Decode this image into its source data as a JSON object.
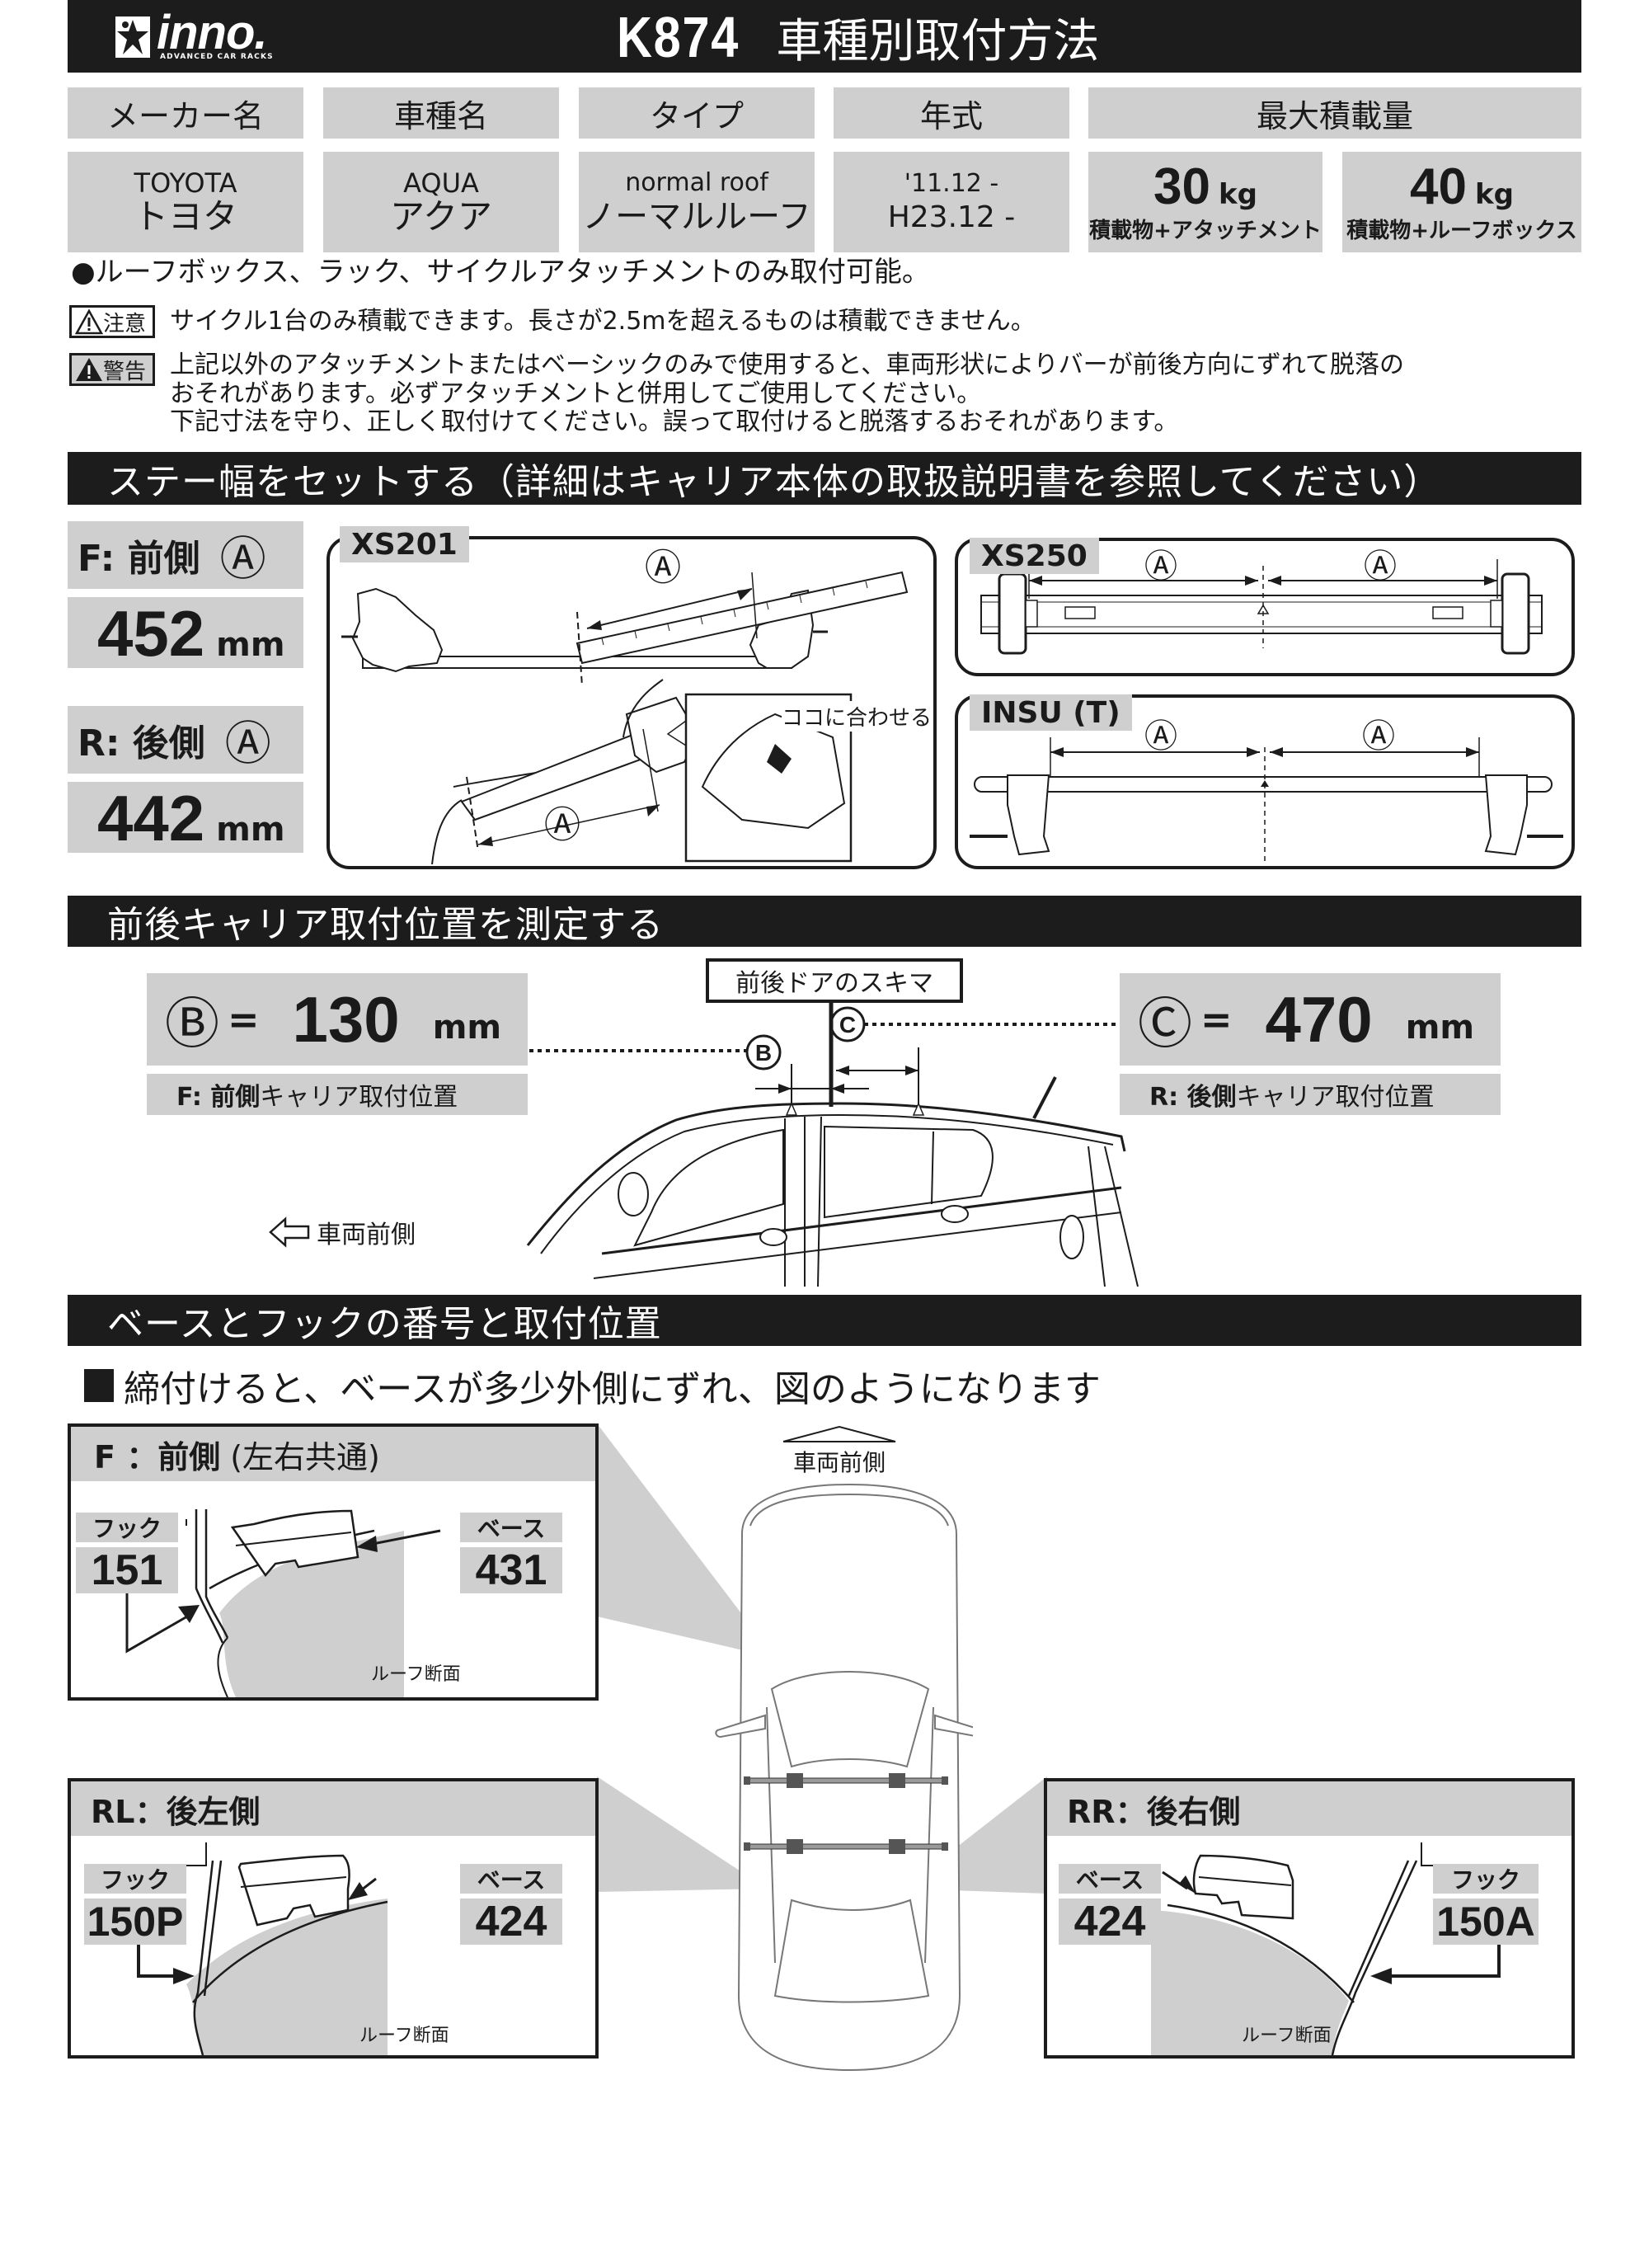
{
  "header": {
    "logo_text": "inno.",
    "logo_tagline": "ADVANCED CAR RACKS",
    "model_code": "K874",
    "title": "車種別取付方法"
  },
  "spec_table": {
    "headers": [
      "メーカー名",
      "車種名",
      "タイプ",
      "年式",
      "最大積載量"
    ],
    "maker": {
      "en": "TOYOTA",
      "jp": "トヨタ"
    },
    "car": {
      "en": "AQUA",
      "jp": "アクア"
    },
    "type": {
      "en": "normal roof",
      "jp": "ノーマルルーフ"
    },
    "year": {
      "line1": "'11.12 -",
      "line2": "H23.12 -"
    },
    "load_attachment": {
      "value": "30",
      "unit": "kg",
      "caption": "積載物+アタッチメント"
    },
    "load_roofbox": {
      "value": "40",
      "unit": "kg",
      "caption": "積載物+ルーフボックス"
    }
  },
  "notes": {
    "bullet": "●ルーフボックス、ラック、サイクルアタッチメントのみ取付可能。",
    "caution_label": "注意",
    "caution_text": "サイクル1台のみ積載できます。長さが2.5mを超えるものは積載できません。",
    "warning_label": "警告",
    "warning_lines": [
      "上記以外のアタッチメントまたはベーシックのみで使用すると、車両形状によりバーが前後方向にずれて脱落の",
      "おそれがあります。必ずアタッチメントと併用してご使用してください。",
      "下記寸法を守り、正しく取付けてください。誤って取付けると脱落するおそれがあります。"
    ]
  },
  "section1": {
    "title": "ステー幅をセットする（詳細はキャリア本体の取扱説明書を参照してください）",
    "front_label": "F: 前側",
    "front_symbol": "Ⓐ",
    "front_value": "452",
    "front_unit": "mm",
    "rear_label": "R: 後側",
    "rear_symbol": "Ⓐ",
    "rear_value": "442",
    "rear_unit": "mm",
    "panels": {
      "xs201": {
        "label": "XS201",
        "dim": "Ⓐ",
        "callout": "ココに合わせる"
      },
      "xs250": {
        "label": "XS250",
        "dim": "Ⓐ"
      },
      "insu": {
        "label": "INSU (T)",
        "dim": "Ⓐ"
      }
    }
  },
  "section2": {
    "title": "前後キャリア取付位置を測定する",
    "b_symbol": "Ⓑ",
    "b_eq": "=",
    "b_value": "130",
    "b_unit": "mm",
    "b_caption_bold": "F: 前側",
    "b_caption": "キャリア取付位置",
    "c_symbol": "Ⓒ",
    "c_eq": "=",
    "c_value": "470",
    "c_unit": "mm",
    "c_caption_bold": "R: 後側",
    "c_caption": "キャリア取付位置",
    "door_gap_label": "前後ドアのスキマ",
    "vehicle_front": "車両前側",
    "diagram_b": "B",
    "diagram_c": "C"
  },
  "section3": {
    "title": "ベースとフックの番号と取付位置",
    "subtitle": "締付けると、ベースが多少外側にずれ、図のようになります",
    "vehicle_front": "車両前側",
    "roof_section": "ルーフ断面",
    "front": {
      "title_bold": "F ：前側",
      "title_rest": "(左右共通)",
      "hook_label": "フック",
      "hook_value": "151",
      "base_label": "ベース",
      "base_value": "431"
    },
    "rear_left": {
      "title_bold": "RL：後左側",
      "hook_label": "フック",
      "hook_value": "150P",
      "base_label": "ベース",
      "base_value": "424"
    },
    "rear_right": {
      "title_bold": "RR：後右側",
      "hook_label": "フック",
      "hook_value": "150A",
      "base_label": "ベース",
      "base_value": "424"
    }
  },
  "colors": {
    "bar": "#1c1c1c",
    "panel_gray": "#cfcfcf",
    "text": "#1a1a1a"
  }
}
